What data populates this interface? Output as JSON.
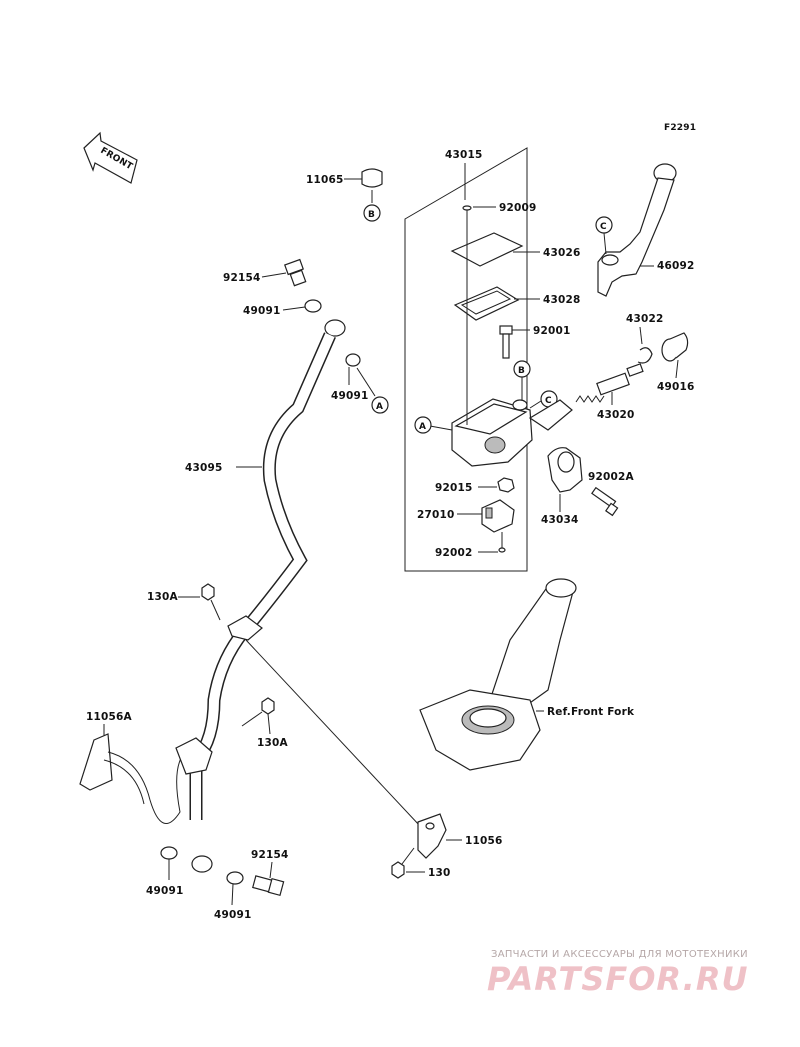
{
  "figure_code": "F2291",
  "front_label": "FRONT",
  "callouts": {
    "c43015": "43015",
    "c11065": "11065",
    "c92009": "92009",
    "c43026": "43026",
    "c46092": "46092",
    "c43028": "43028",
    "c92001": "92001",
    "c43022": "43022",
    "c49016": "49016",
    "c43020": "43020",
    "c92002A": "92002A",
    "c92015": "92015",
    "c43034": "43034",
    "c27010": "27010",
    "c92002": "92002",
    "c92154_top": "92154",
    "c49091_top": "49091",
    "c49091_top_right": "49091",
    "c43095": "43095",
    "c130A_left": "130A",
    "c11056A": "11056A",
    "c130A_right": "130A",
    "c92154_bottom": "92154",
    "c49091_bottom_left": "49091",
    "c49091_bottom_right": "49091",
    "c11056": "11056",
    "c130": "130",
    "ref_front_fork": "Ref.Front Fork"
  },
  "markers": {
    "a_left": "A",
    "a_right": "A",
    "b_top": "B",
    "b_inner": "B",
    "c_lever": "C",
    "c_body": "C"
  },
  "watermark": {
    "tagline": "ЗАПЧАСТИ И АКСЕССУАРЫ ДЛЯ МОТОТЕХНИКИ",
    "brand": "PARTSFOR.RU"
  }
}
